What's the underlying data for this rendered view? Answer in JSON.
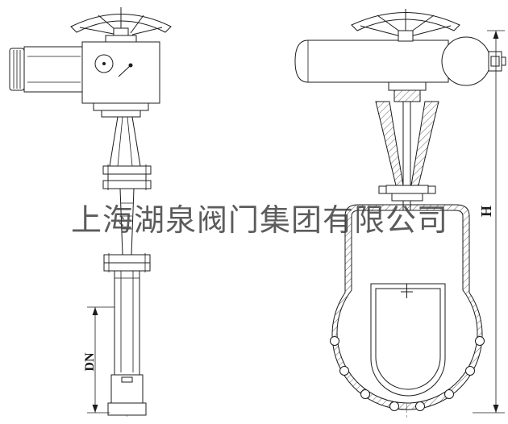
{
  "drawing": {
    "watermark": "上海湖泉阀门集团有限公司",
    "labels": {
      "dn": "DN",
      "h": "H"
    }
  }
}
